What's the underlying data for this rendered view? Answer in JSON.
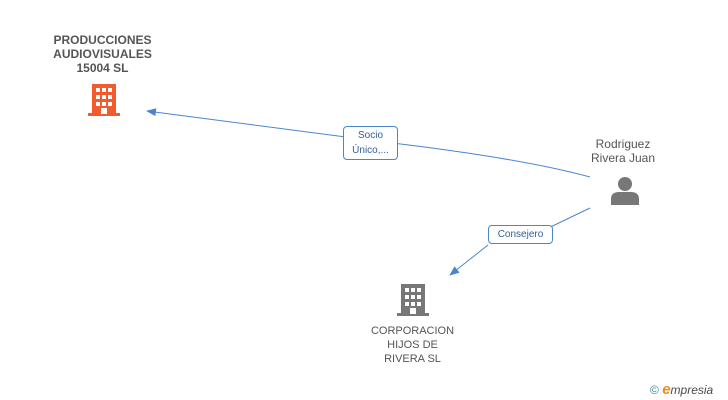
{
  "nodes": {
    "company_main": {
      "name_lines": [
        "PRODUCCIONES",
        "AUDIOVISUALES",
        "15004 SL"
      ],
      "icon": "building-icon",
      "color": "#f25c2c"
    },
    "company_sub": {
      "name_lines": [
        "CORPORACION",
        "HIJOS DE",
        "RIVERA SL"
      ],
      "icon": "building-icon",
      "color": "#777777"
    },
    "person": {
      "name_lines": [
        "Rodriguez",
        "Rivera Juan"
      ],
      "icon": "person-icon",
      "color": "#777777"
    }
  },
  "edges": [
    {
      "label_lines": [
        "Socio",
        "Único,..."
      ],
      "from": "person",
      "to": "company_main"
    },
    {
      "label_lines": [
        "Consejero"
      ],
      "from": "person",
      "to": "company_sub"
    }
  ],
  "footer": {
    "copyright": "©",
    "brand_initial": "e",
    "brand_rest": "mpresia"
  },
  "colors": {
    "edge": "#4a86d0",
    "accent": "#f25c2c"
  }
}
